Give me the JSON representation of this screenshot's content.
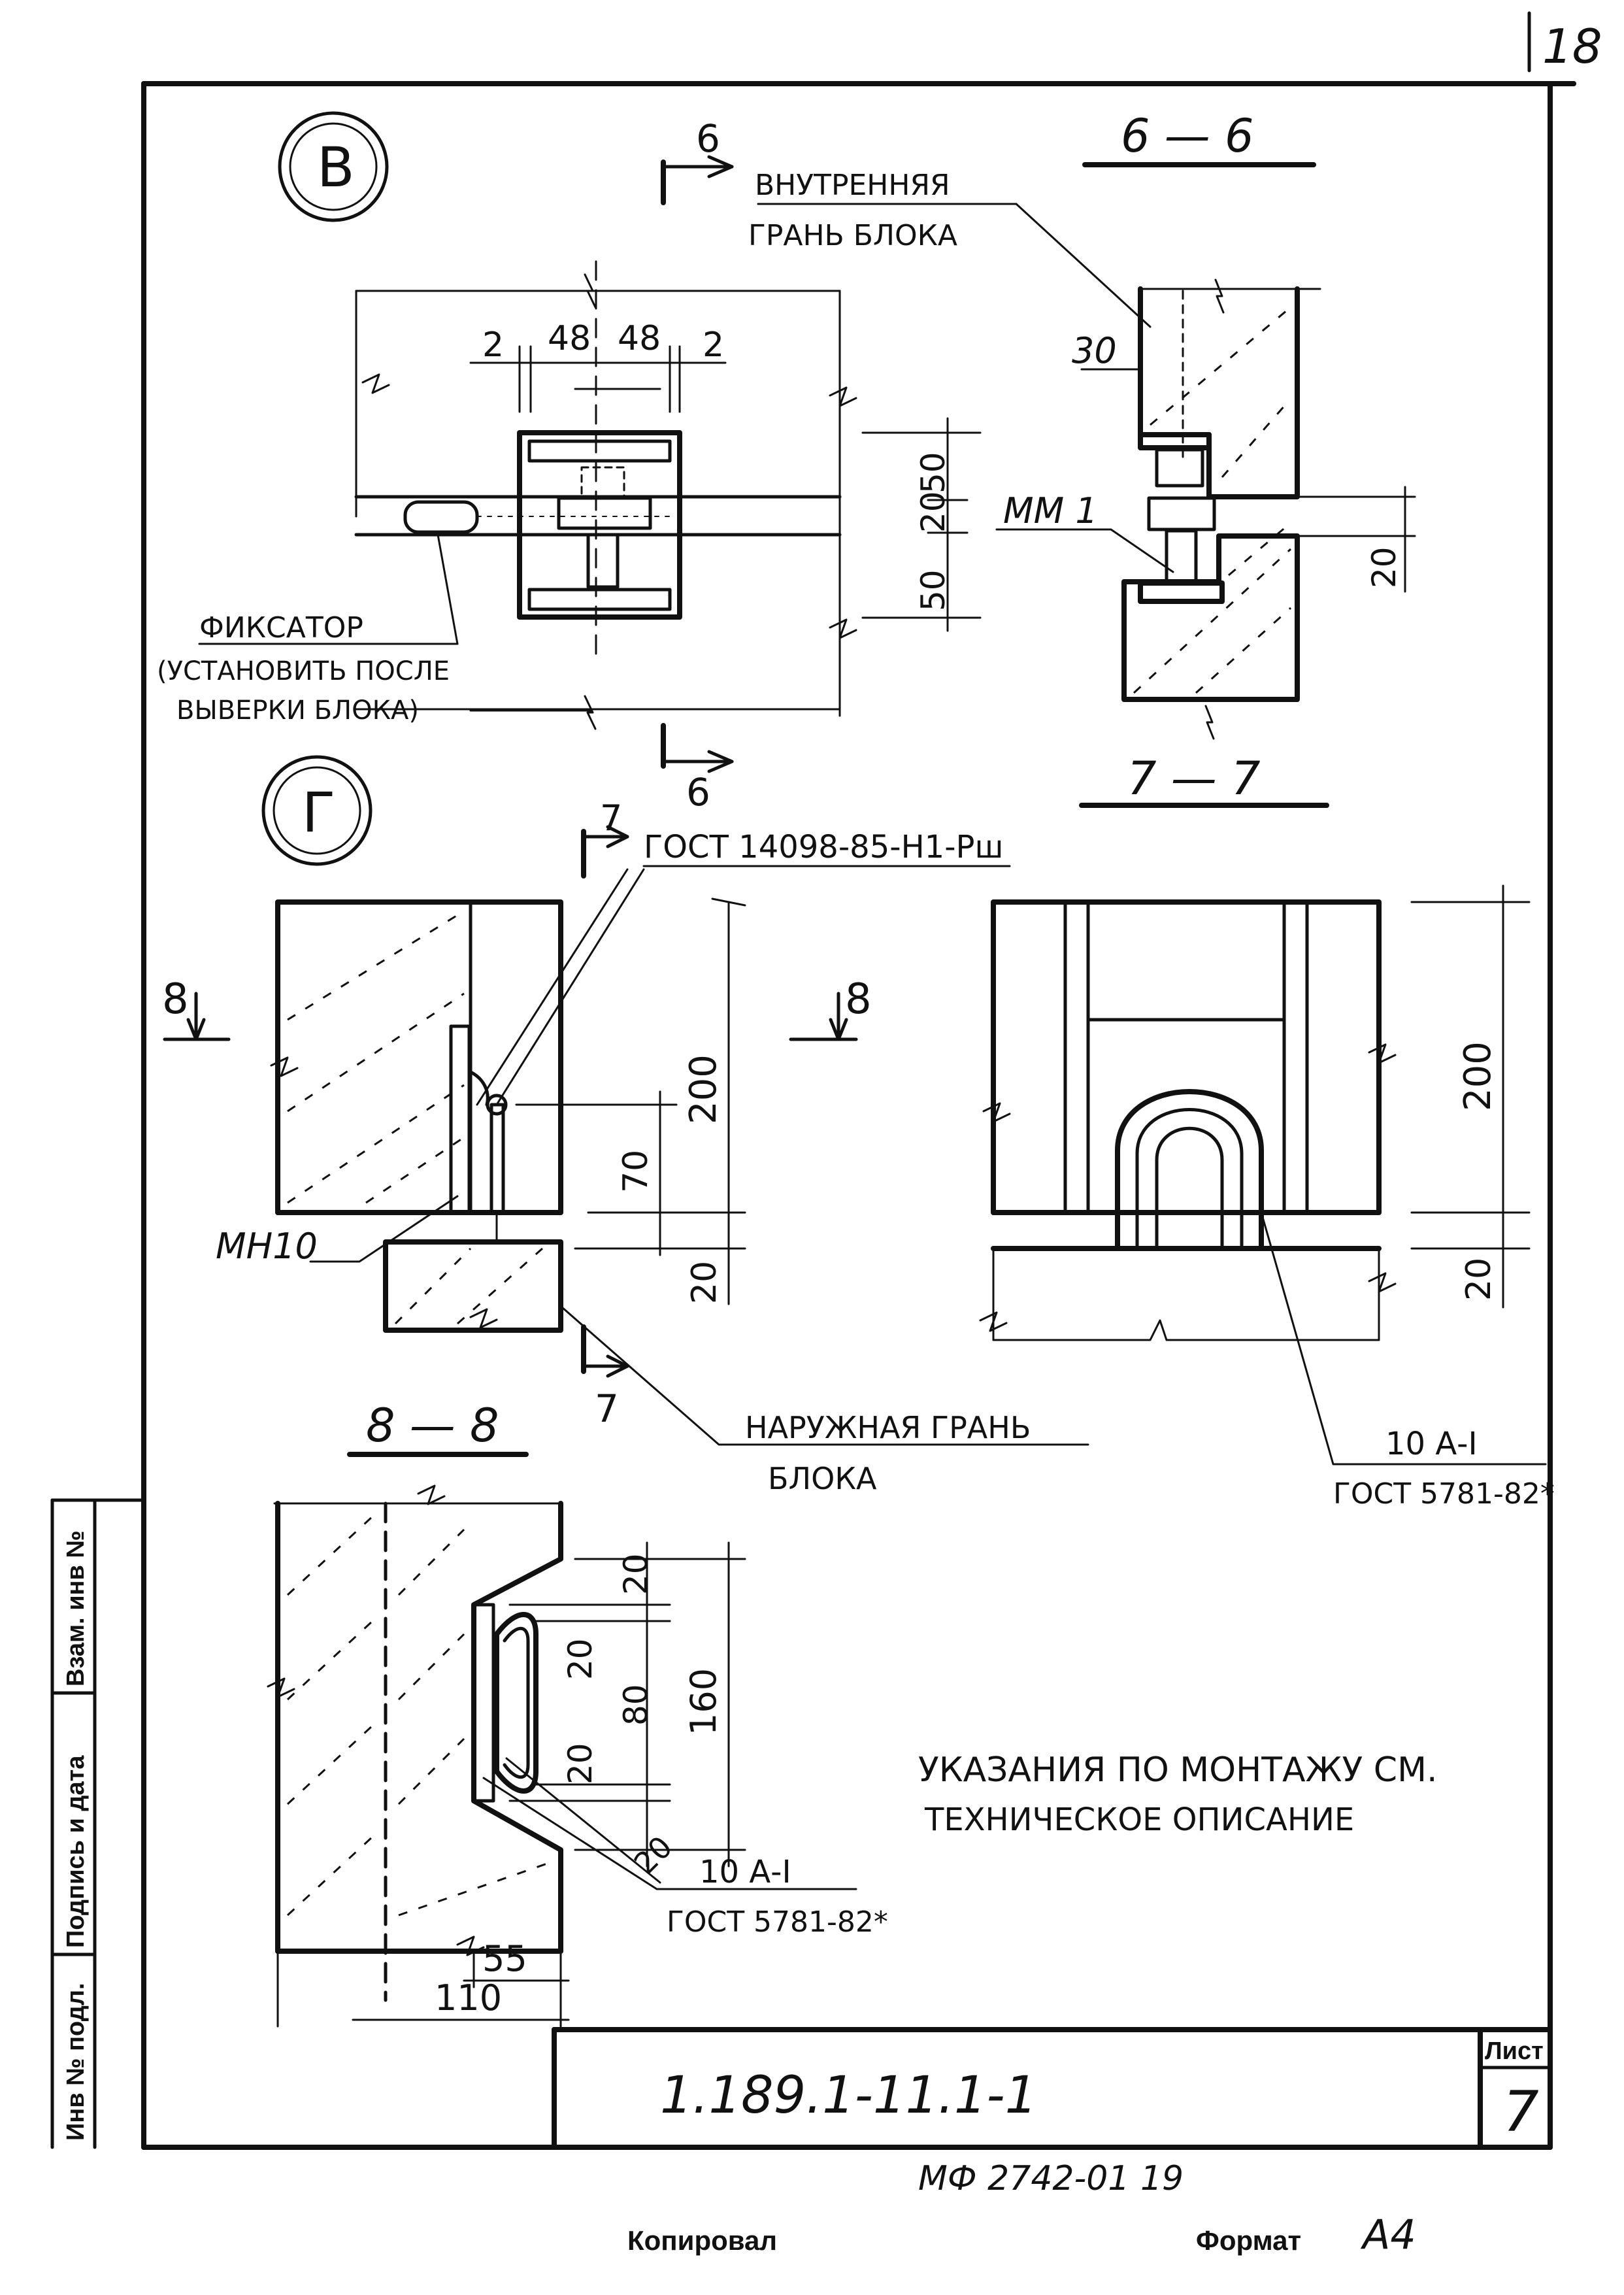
{
  "page_number": "18",
  "callout_v": "В",
  "callout_g": "Г",
  "sections": {
    "s66_top": "6 — 6",
    "s77_bottom": "7 — 7",
    "s88": "8 — 8",
    "cut6_top": "6",
    "cut6_bottom": "6",
    "cut7_top": "7",
    "cut7_bottom": "7",
    "cut8_left": "8",
    "cut8_right": "8"
  },
  "labels": {
    "inner_face_1": "ВНУТРЕННЯЯ",
    "inner_face_2": "ГРАНЬ БЛОКА",
    "fixator_1": "ФИКСАТОР",
    "fixator_2": "(УСТАНОВИТЬ ПОСЛЕ",
    "fixator_3": "ВЫВЕРКИ БЛОКА)",
    "mm1": "ММ 1",
    "mn10": "МН10",
    "gost_weld": "ГОСТ 14098-85-Н1-Рш",
    "outer_face_1": "НАРУЖНАЯ ГРАНЬ",
    "outer_face_2": "БЛОКА",
    "rebar_right_1": "10 А-I",
    "rebar_right_2": "ГОСТ 5781-82*",
    "rebar_88_1": "10 А-I",
    "rebar_88_2": "ГОСТ 5781-82*",
    "note_1": "УКАЗАНИЯ ПО МОНТАЖУ СМ.",
    "note_2": "ТЕХНИЧЕСКОЕ ОПИСАНИЕ"
  },
  "dimensions": {
    "v_2a": "2",
    "v_48a": "48",
    "v_48b": "48",
    "v_2b": "2",
    "v_50a": "50",
    "v_20": "20",
    "v_50b": "50",
    "s66_30": "30",
    "s66_20": "20",
    "g_200": "200",
    "g_70": "70",
    "g_20": "20",
    "gr_200": "200",
    "gr_20": "20",
    "s88_20a": "20",
    "s88_20b": "20",
    "s88_80": "80",
    "s88_20c": "20",
    "s88_160": "160",
    "s88_20d": "20",
    "s88_55": "55",
    "s88_110": "110"
  },
  "side_stamp": {
    "inv_orig": "Инв № подл.",
    "sign_date": "Подпись и дата",
    "inv_replace": "Взам. инв №"
  },
  "title_block": {
    "designation": "1.189.1-11.1-1",
    "sheet_label": "Лист",
    "sheet_number": "7"
  },
  "footer": {
    "archive_code": "МФ 2742-01  19",
    "copied_label": "Копировал",
    "format_label": "Формат",
    "format_value": "А4"
  }
}
